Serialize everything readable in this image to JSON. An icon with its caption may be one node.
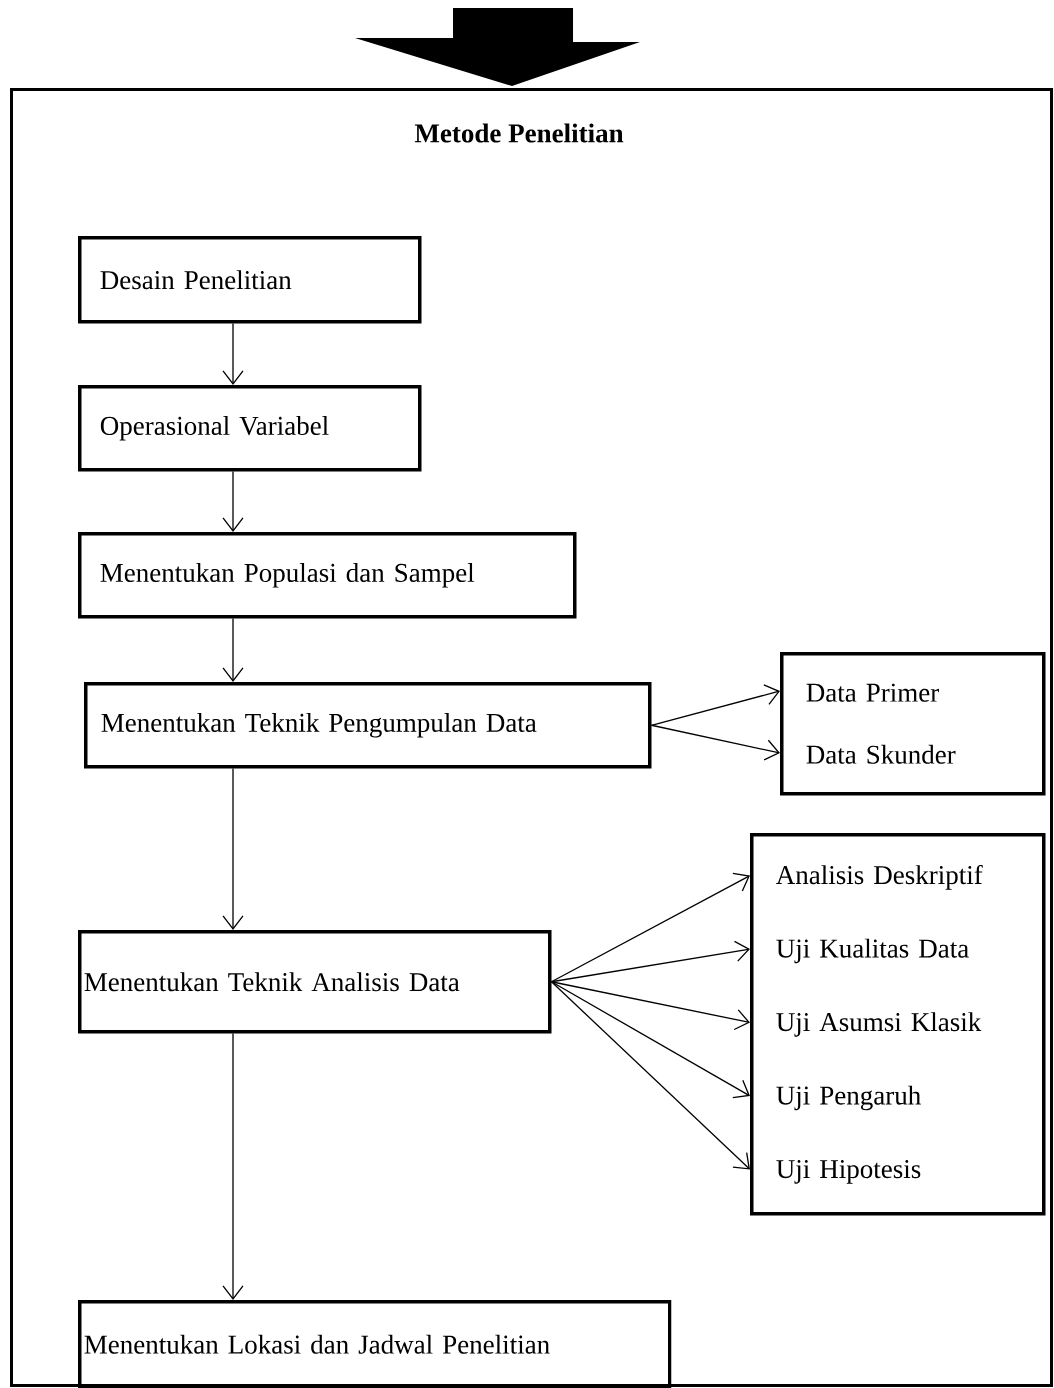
{
  "diagram": {
    "nodes": [
      {
        "text": [
          "Metode Penelitian"
        ]
      },
      {
        "text": [
          "Desain Penelitian"
        ],
        "in": 0
      },
      {
        "text": [
          "Operasional Variabel"
        ],
        "in": 0
      },
      {
        "text": [
          "Menentukan Populasi dan Sampel"
        ],
        "in": 0
      },
      {
        "text": [
          "Menentukan Teknik Pengumpulan Data"
        ],
        "in": 0
      },
      {
        "text": [
          "Data Primer",
          "Data Skunder"
        ],
        "in": 0
      },
      {
        "text": [
          "Menentukan Teknik Analisis Data"
        ],
        "in": 0
      },
      {
        "text": [
          "Analisis Deskriptif",
          "Uji Kualitas Data",
          "Uji Asumsi Klasik",
          "Uji Pengaruh",
          "Uji Hipotesis"
        ],
        "in": 0
      },
      {
        "text": [
          "Menentukan Lokasi dan Jadwal Penelitian"
        ],
        "in": 0
      }
    ],
    "edges": [
      {
        "from": null,
        "to": 0,
        "arrow": "to",
        "style": "thick"
      },
      {
        "from": 1,
        "to": 2,
        "arrow": "to"
      },
      {
        "from": 2,
        "to": 3,
        "arrow": "to"
      },
      {
        "from": 3,
        "to": 4,
        "arrow": "to"
      },
      {
        "from": 4,
        "to": 5,
        "arrow": "to"
      },
      {
        "from": 4,
        "to": 5,
        "arrow": "to"
      },
      {
        "from": 4,
        "to": 6,
        "arrow": "to"
      },
      {
        "from": 6,
        "to": 7,
        "arrow": "to"
      },
      {
        "from": 6,
        "to": 7,
        "arrow": "to"
      },
      {
        "from": 6,
        "to": 7,
        "arrow": "to"
      },
      {
        "from": 6,
        "to": 7,
        "arrow": "to"
      },
      {
        "from": 6,
        "to": 7,
        "arrow": "to"
      },
      {
        "from": 6,
        "to": 8,
        "arrow": "to"
      }
    ]
  }
}
